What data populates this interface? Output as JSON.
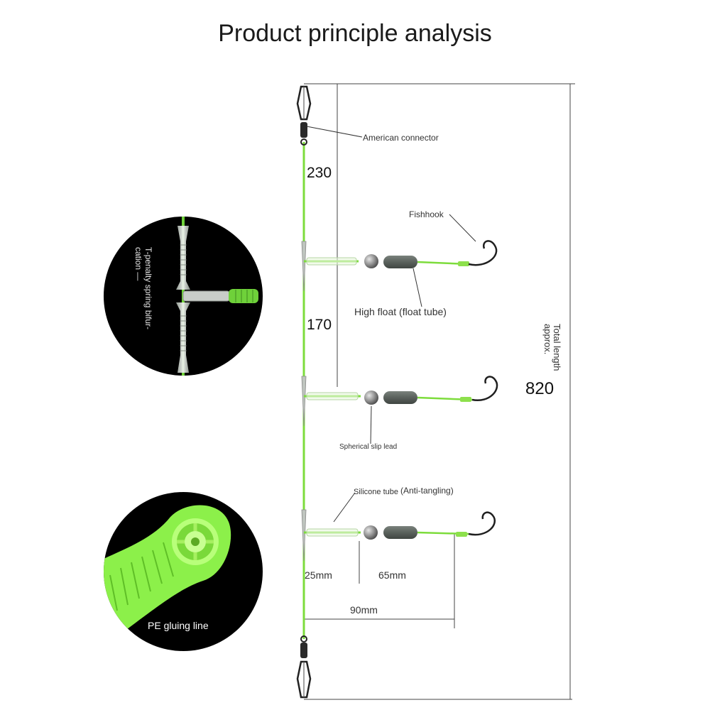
{
  "title": "Product principle analysis",
  "labels": {
    "american_connector": "American connector",
    "fishhook": "Fishhook",
    "high_float": "High float (float tube)",
    "total_length": "Total length",
    "approx": "approx.",
    "total_value": "820",
    "spherical_slip_lead": "Spherical slip lead",
    "silicone_tube": "Silicone tube",
    "anti_tangling": "(Anti-tangling)",
    "t_penalty_line1": "T-penalty spring bifur-",
    "t_penalty_line2": "cation —",
    "pe_gluing_line": "PE gluing line"
  },
  "dimensions": {
    "segment_top": "230",
    "segment_mid": "170",
    "d25": "25mm",
    "d65": "65mm",
    "d90": "90mm"
  },
  "colors": {
    "line_green": "#7ddc3c",
    "glow_green": "#9dff57",
    "panel_black": "#000000",
    "float_gray": "#5e6560",
    "lead_gray": "#9a9a9a"
  }
}
